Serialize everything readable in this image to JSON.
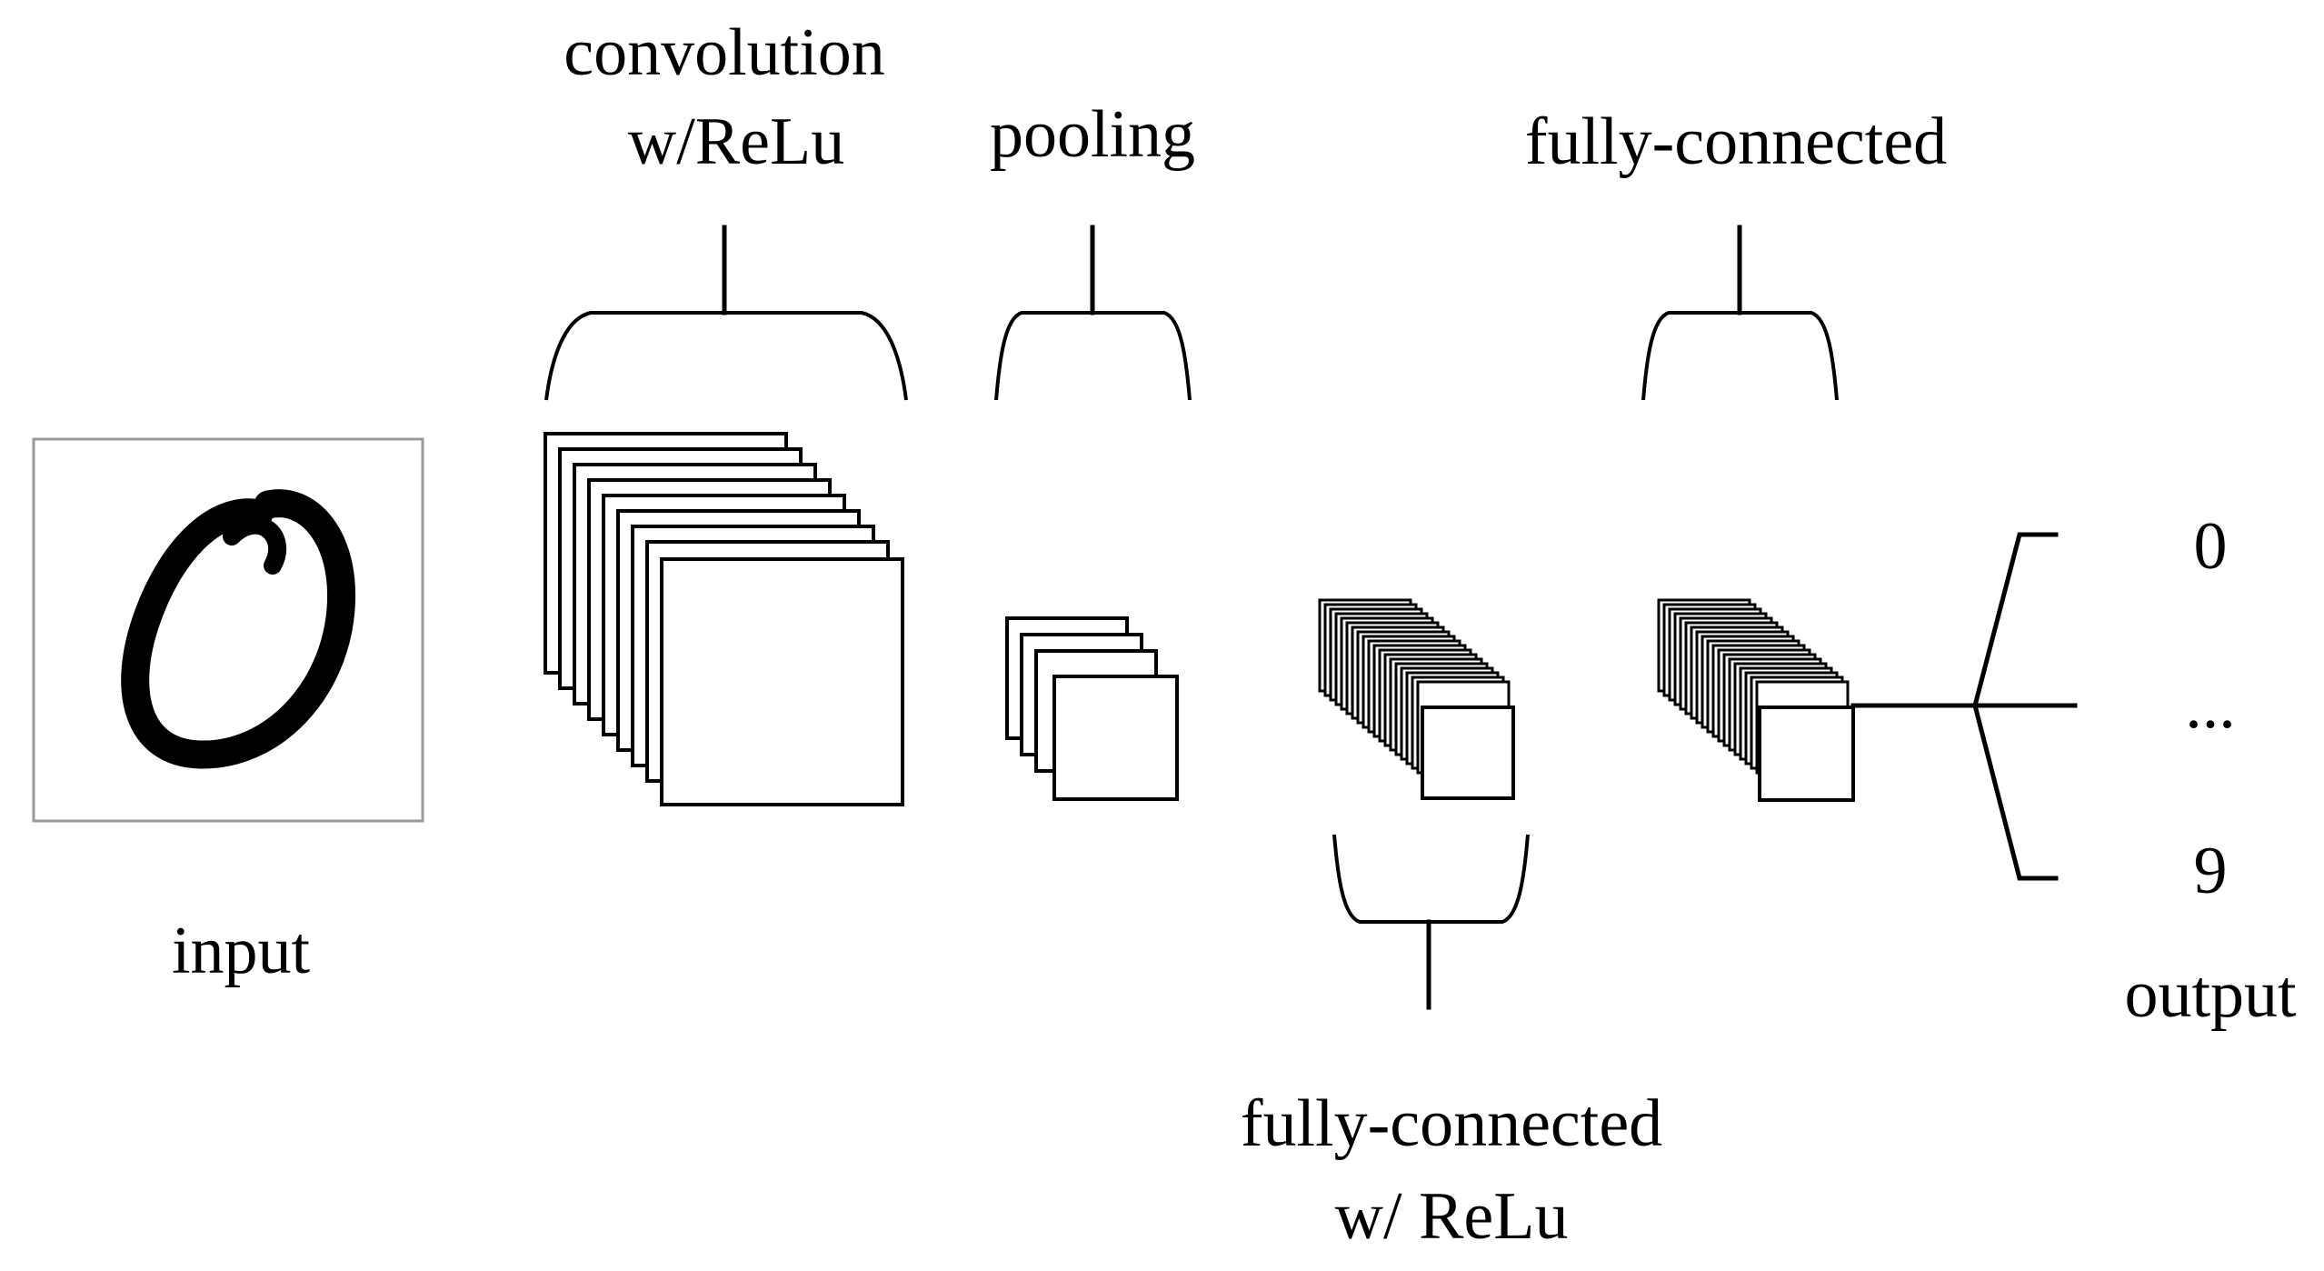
{
  "labels": {
    "convolution_line1": "convolution",
    "convolution_line2": "w/ReLu",
    "pooling": "pooling",
    "fully_connected_top": "fully-connected",
    "fully_connected_bottom_line1": "fully-connected",
    "fully_connected_bottom_line2": "w/ ReLu",
    "input": "input",
    "output": "output"
  },
  "outputs": [
    "0",
    "...",
    "9"
  ],
  "input_image": {
    "digit_glyph": "handwritten-zero"
  },
  "colors": {
    "ink": "#000000",
    "background": "#ffffff",
    "input_frame": "#9a9a9a"
  }
}
